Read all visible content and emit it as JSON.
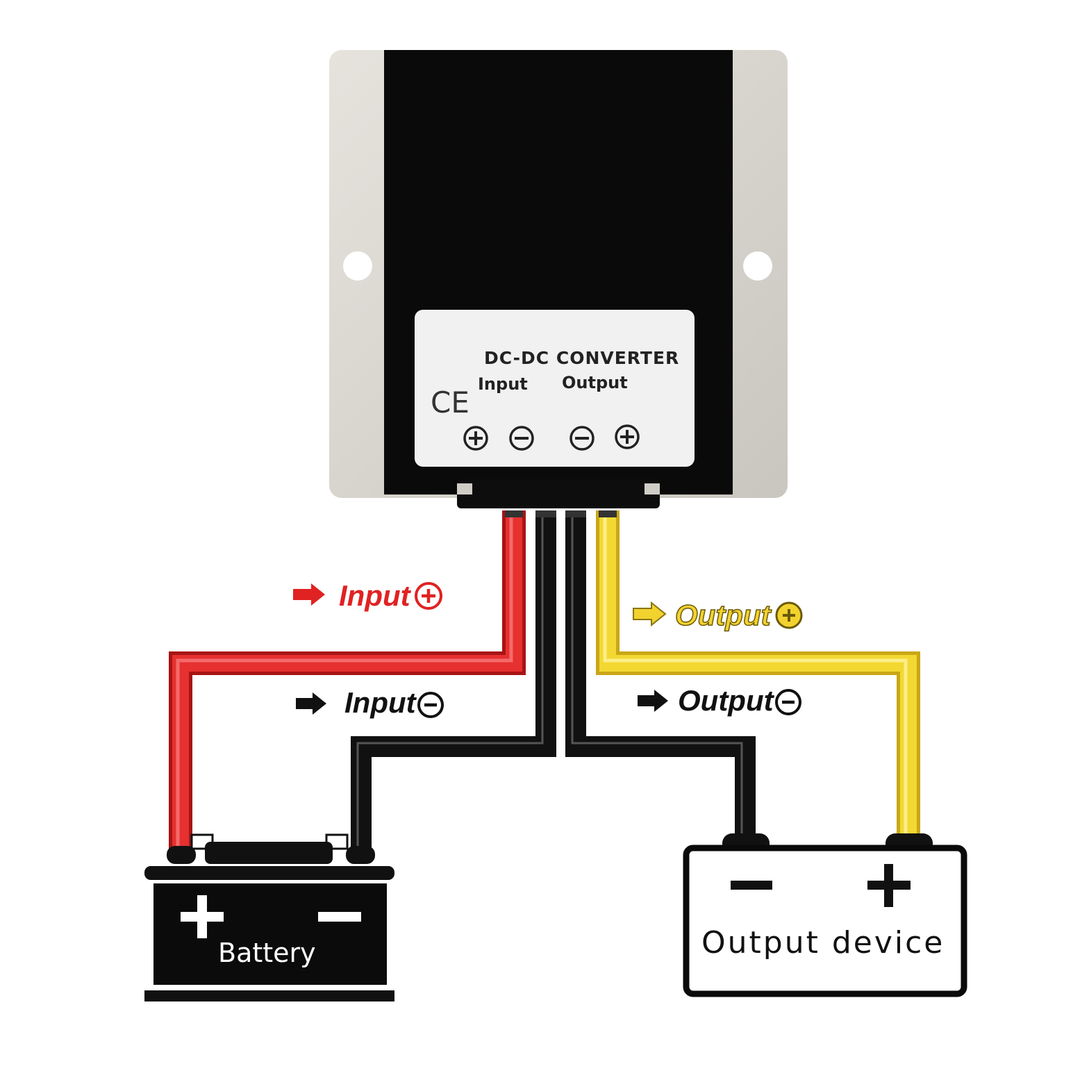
{
  "converter": {
    "title": "DC-DC CONVERTER",
    "input_label": "Input",
    "output_label": "Output",
    "mark": "CE"
  },
  "wires": {
    "input_pos": {
      "label": "Input",
      "color": "#e02222"
    },
    "input_neg": {
      "label": "Input",
      "color": "#111111"
    },
    "output_pos": {
      "label": "Output",
      "color": "#f2d22e"
    },
    "output_neg": {
      "label": "Output",
      "color": "#111111"
    }
  },
  "battery": {
    "label": "Battery"
  },
  "device": {
    "label": "Output device"
  },
  "colors": {
    "red": "#e02222",
    "yellow": "#f2d22e",
    "black": "#111111",
    "aluminum": "#d9d6d0"
  }
}
